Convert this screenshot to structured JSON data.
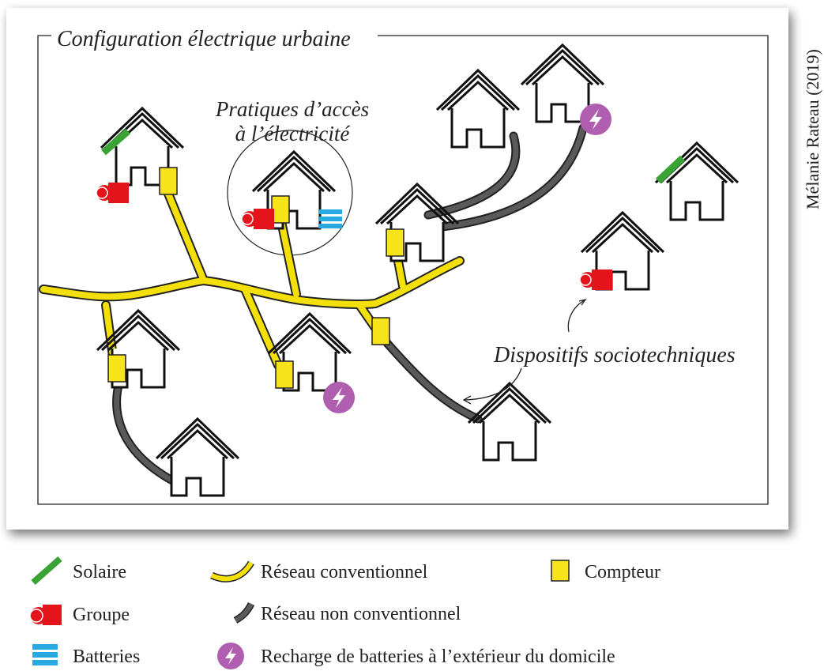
{
  "diagram": {
    "frame_title": "Configuration électrique urbaine",
    "callout_practices": [
      "Pratiques d’accès",
      "à l’électricité"
    ],
    "callout_devices": "Dispositifs sociotechniques",
    "credit": "Mélanie Rateau (2019)"
  },
  "legend": {
    "solar": "Solaire",
    "generator": "Groupe",
    "batteries": "Batteries",
    "conventional_grid": "Réseau conventionnel",
    "unconventional_grid": "Réseau non conventionnel",
    "battery_charging": "Recharge de batteries à l’extérieur du domicile",
    "meter": "Compteur"
  },
  "colors": {
    "solar": "#3aa335",
    "generator": "#e3141c",
    "batteries": "#29a9e1",
    "conventional_grid": "#f3e00a",
    "unconventional_grid": "#595959",
    "battery_charging": "#b05fb0",
    "meter": "#f7e31a"
  }
}
